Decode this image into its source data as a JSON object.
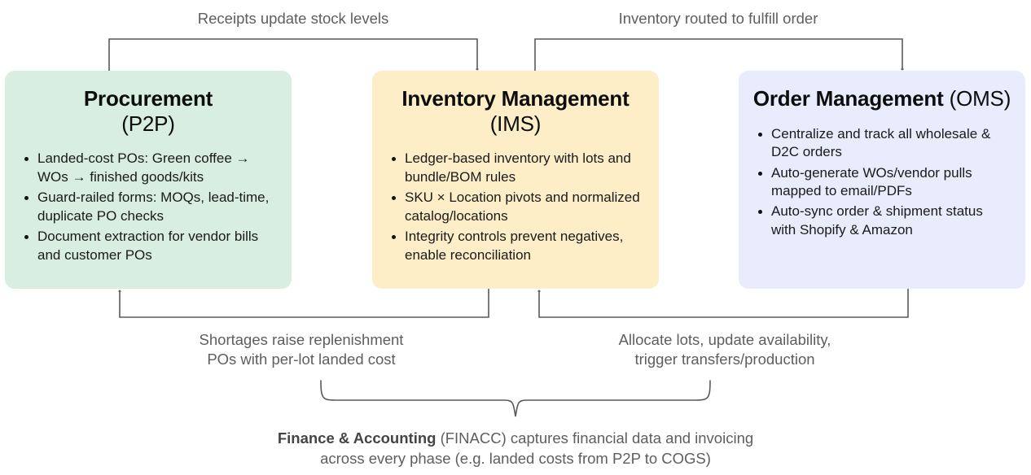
{
  "diagram": {
    "pillars": [
      {
        "id": "procurement",
        "title_bold": "Procurement",
        "title_rest": "(P2P)",
        "title_layout": "stacked",
        "color": "#d7eee1",
        "points": [
          "Landed-cost POs: Green coffee → WOs → finished goods/kits",
          "Guard-railed forms: MOQs, lead-time, duplicate PO checks",
          "Document extraction for vendor bills and customer POs"
        ]
      },
      {
        "id": "inventory",
        "title_bold": "Inventory Management",
        "title_rest": "(IMS)",
        "title_layout": "inline",
        "color": "#fdeec8",
        "points": [
          "Ledger-based inventory with lots and bundle/BOM rules",
          "SKU × Location pivots and normalized catalog/locations",
          "Integrity controls prevent negatives, enable reconciliation"
        ]
      },
      {
        "id": "orders",
        "title_bold": "Order Management",
        "title_rest": "(OMS)",
        "title_layout": "inline",
        "color": "#e9ecfc",
        "points": [
          "Centralize and track all wholesale & D2C orders",
          "Auto-generate WOs/vendor pulls mapped to email/PDFs",
          "Auto-sync order & shipment status with Shopify & Amazon"
        ]
      }
    ],
    "edges": [
      {
        "id": "top-left",
        "label": "Receipts update stock levels",
        "from": "procurement",
        "to": "inventory",
        "position": "top"
      },
      {
        "id": "top-right",
        "label": "Inventory routed to fulfill order",
        "from": "inventory",
        "to": "orders",
        "position": "top"
      },
      {
        "id": "bottom-left",
        "label": "Shortages raise replenishment\nPOs with per-lot landed cost",
        "from": "inventory",
        "to": "procurement",
        "position": "bottom"
      },
      {
        "id": "bottom-right",
        "label": "Allocate lots, update availability,\ntrigger transfers/production",
        "from": "orders",
        "to": "inventory",
        "position": "bottom"
      }
    ],
    "footer": {
      "strong": "Finance & Accounting",
      "rest": " (FINACC) captures financial data and invoicing",
      "line2": "across every phase (e.g. landed costs from P2P to COGS)"
    },
    "colors": {
      "arrow": "#5a5a5a",
      "label_text": "#5e5e5e",
      "body_text": "#1a1a1a"
    }
  }
}
